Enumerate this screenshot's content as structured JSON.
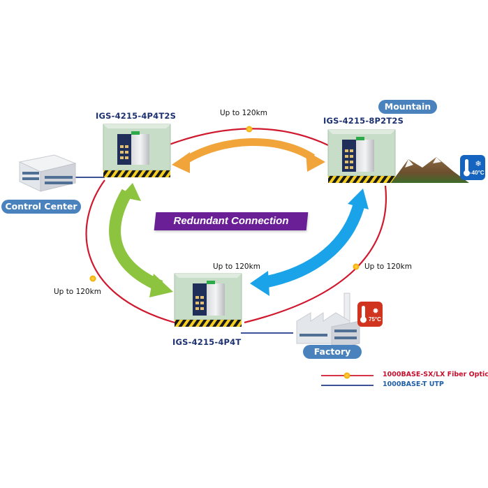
{
  "diagram": {
    "title_banner": "Redundant Connection (ERPS)",
    "devices": [
      {
        "id": "top-left",
        "name": "IGS-4215-4P4T2S"
      },
      {
        "id": "top-right",
        "name": "IGS-4215-8P2T2S"
      },
      {
        "id": "bottom",
        "name": "IGS-4215-4P4T"
      }
    ],
    "sites": {
      "control_center": "Control Center",
      "mountain": "Mountain",
      "factory": "Factory"
    },
    "distances": [
      "Up to 120km",
      "Up to 120km",
      "Up to 120km",
      "Up to 120km"
    ],
    "temperature_badges": {
      "cold": {
        "label": "-40°C",
        "color": "#1565c0"
      },
      "hot": {
        "label": "75°C",
        "color": "#d0341f"
      }
    },
    "legend": [
      {
        "label": "1000BASE-SX/LX Fiber Optic",
        "color": "#c8102e"
      },
      {
        "label": "1000BASE-T UTP",
        "color": "#1f5fa8"
      }
    ],
    "colors": {
      "fiber_ring": "#d0182e",
      "utp_line": "#1f3a8a",
      "arrow_orange": "#f0a43a",
      "arrow_green": "#8dc43f",
      "arrow_blue": "#1aa3e8",
      "banner": "#6a1f97",
      "pill": "#4a82be",
      "device_name": "#1d3170"
    }
  }
}
